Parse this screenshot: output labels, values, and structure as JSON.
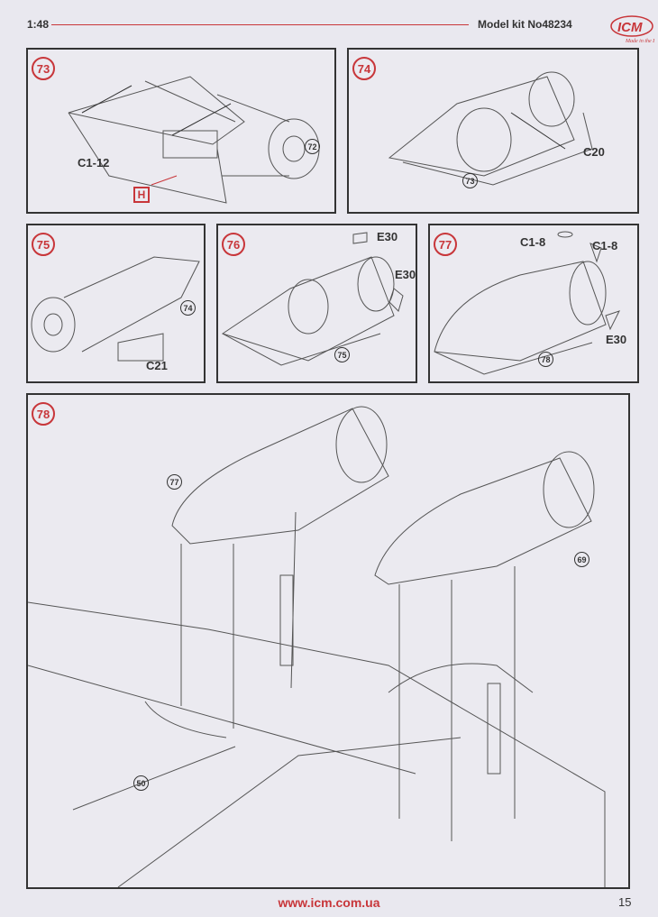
{
  "header": {
    "scale": "1:48",
    "kit": "Model kit No48234",
    "logo_text": "ICM",
    "logo_tagline": "Made in the Best"
  },
  "steps": {
    "s73": {
      "number": "73",
      "parts": [
        "C1-12"
      ],
      "ref": "72",
      "marker": "H"
    },
    "s74": {
      "number": "74",
      "parts": [
        "C20"
      ],
      "ref": "73"
    },
    "s75": {
      "number": "75",
      "parts": [
        "C21"
      ],
      "ref": "74"
    },
    "s76": {
      "number": "76",
      "parts": [
        "E30",
        "E30"
      ],
      "ref": "75"
    },
    "s77": {
      "number": "77",
      "parts": [
        "C1-8",
        "C1-8",
        "E30"
      ],
      "ref": "78"
    },
    "s78": {
      "number": "78",
      "refs": [
        "77",
        "69",
        "50"
      ]
    }
  },
  "footer": {
    "url": "www.icm.com.ua",
    "page": "15"
  },
  "colors": {
    "accent": "#c8363a",
    "ink": "#333333",
    "paper": "#e9e8ef"
  }
}
